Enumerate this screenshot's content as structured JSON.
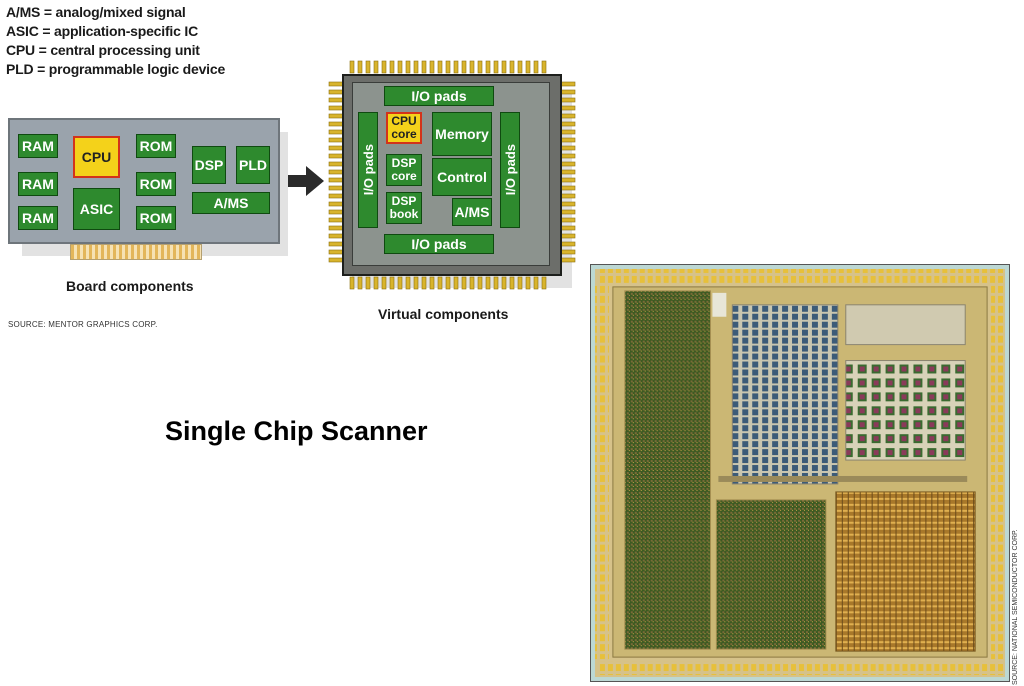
{
  "legend": [
    "A/MS = analog/mixed signal",
    "ASIC = application-specific IC",
    "CPU = central processing unit",
    "PLD = programmable logic device"
  ],
  "board": {
    "caption": "Board components",
    "blocks": {
      "ram1": "RAM",
      "ram2": "RAM",
      "ram3": "RAM",
      "cpu": "CPU",
      "asic": "ASIC",
      "rom1": "ROM",
      "rom2": "ROM",
      "rom3": "ROM",
      "dsp": "DSP",
      "pld": "PLD",
      "ams": "A/MS"
    }
  },
  "chip": {
    "caption": "Virtual components",
    "blocks": {
      "io_top": "I/O pads",
      "io_bottom": "I/O pads",
      "io_left": "I/O pads",
      "io_right": "I/O pads",
      "cpu_core": "CPU core",
      "memory": "Memory",
      "dsp_core": "DSP core",
      "control": "Control",
      "dsp_book": "DSP book",
      "ams": "A/MS"
    }
  },
  "source_left": "SOURCE: MENTOR GRAPHICS CORP.",
  "title": "Single Chip Scanner",
  "source_right": "SOURCE: NATIONAL SEMICONDUCTOR CORP.",
  "colors": {
    "block_green": "#2e8a2e",
    "cpu_yellow": "#f4d21a",
    "cpu_border": "#d3331a",
    "board_gray": "#9aa3ac",
    "package_gray": "#6c6e6a"
  }
}
